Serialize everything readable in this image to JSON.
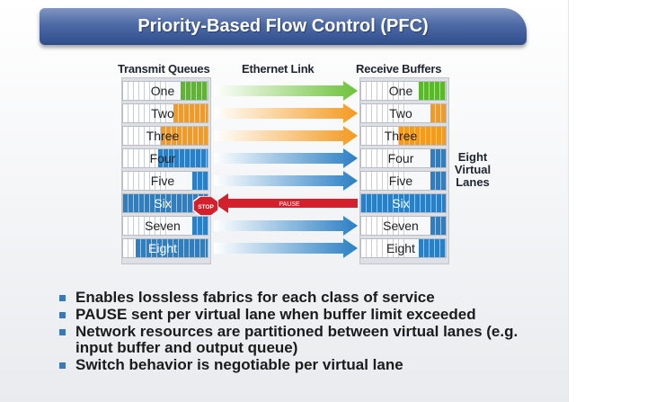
{
  "title": "Priority-Based Flow Control (PFC)",
  "labels": {
    "transmit": "Transmit Queues",
    "link": "Ethernet Link",
    "receive": "Receive Buffers",
    "side": "Eight Virtual Lanes"
  },
  "lanes": [
    {
      "name": "One",
      "color": "#5cb62e",
      "tx_fill": 0.32,
      "rx_fill": 0.32,
      "arrow": "green"
    },
    {
      "name": "Two",
      "color": "#f39a1f",
      "tx_fill": 0.4,
      "rx_fill": 0.18,
      "arrow": "orange"
    },
    {
      "name": "Three",
      "color": "#f39a1f",
      "tx_fill": 0.55,
      "rx_fill": 0.55,
      "arrow": "orange"
    },
    {
      "name": "Four",
      "color": "#2b7fc4",
      "tx_fill": 0.58,
      "rx_fill": 0.18,
      "arrow": "blue"
    },
    {
      "name": "Five",
      "color": "#2b7fc4",
      "tx_fill": 0.18,
      "rx_fill": 0.18,
      "arrow": "blue"
    },
    {
      "name": "Six",
      "color": "#2b7fc4",
      "tx_fill": 1.0,
      "rx_fill": 1.0,
      "arrow": "pause"
    },
    {
      "name": "Seven",
      "color": "#2b7fc4",
      "tx_fill": 0.18,
      "rx_fill": 0.18,
      "arrow": "blue"
    },
    {
      "name": "Eight",
      "color": "#2b7fc4",
      "tx_fill": 0.85,
      "rx_fill": 0.32,
      "arrow": "blue"
    }
  ],
  "stop_label": "STOP",
  "pause_label": "PAUSE",
  "bullets": [
    "Enables lossless fabrics for each class of service",
    "PAUSE sent per virtual lane when buffer limit exceeded",
    "Network resources are partitioned between virtual lanes (e.g. input buffer and output queue)",
    "Switch behavior is negotiable per virtual lane"
  ]
}
